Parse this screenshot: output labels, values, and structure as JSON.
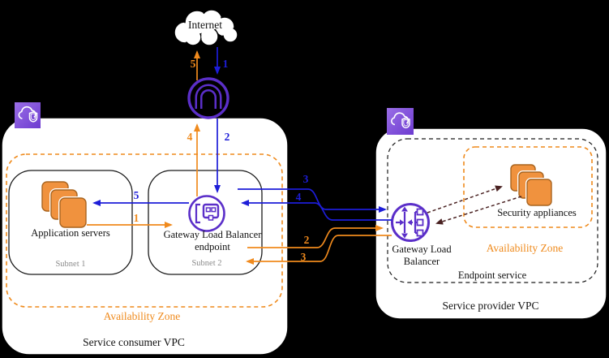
{
  "internet": {
    "label": "Internet"
  },
  "consumer_vpc": {
    "label": "Service consumer VPC",
    "availability_zone_label": "Availability Zone",
    "subnet1": {
      "label": "Subnet 1",
      "servers_label": "Application servers"
    },
    "subnet2": {
      "label": "Subnet 2",
      "endpoint_line1": "Gateway Load Balancer",
      "endpoint_line2": "endpoint"
    }
  },
  "provider_vpc": {
    "label": "Service provider VPC",
    "endpoint_service_label": "Endpoint service",
    "availability_zone_label": "Availability Zone",
    "gwlb_line1": "Gateway Load",
    "gwlb_line2": "Balancer",
    "appliances_label": "Security appliances"
  },
  "flow_steps": {
    "blue": {
      "s1": "1",
      "s2": "2",
      "s3": "3",
      "s4": "4",
      "s5": "5"
    },
    "orange": {
      "s1": "1",
      "s2": "2",
      "s3": "3",
      "s4": "4",
      "s5": "5"
    }
  },
  "colors": {
    "ingress_blue": "#1d1dd8",
    "egress_orange": "#f08a1d",
    "aws_purple": "#5b2fc9",
    "appliance_orange": "#f0923e",
    "dashed_maroon": "#4a2222",
    "az_dash_orange": "#ef8a1c"
  }
}
